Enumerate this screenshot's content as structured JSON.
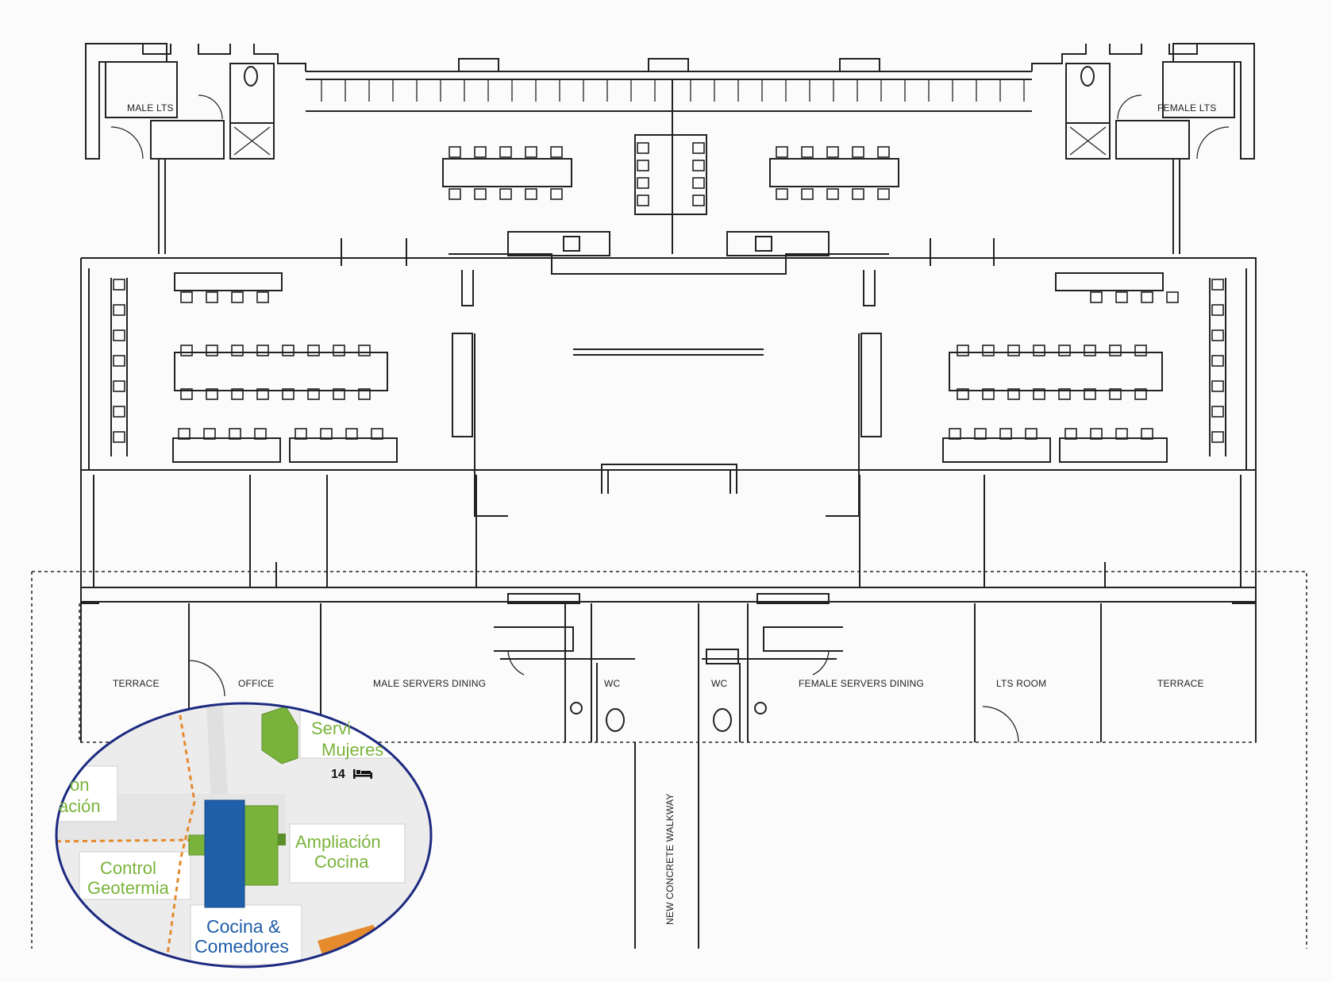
{
  "plan": {
    "rooms": {
      "male_lts": "MALE LTS",
      "female_lts": "FEMALE LTS",
      "terrace_left": "TERRACE",
      "office": "OFFICE",
      "male_servers_dining": "MALE SERVERS DINING",
      "wc_left": "WC",
      "wc_right": "WC",
      "female_servers_dining": "FEMALE SERVERS DINING",
      "lts_room": "LTS ROOM",
      "terrace_right": "TERRACE"
    },
    "walkway_label": "NEW CONCRETE WALKWAY"
  },
  "inset_map": {
    "serv_line1": "Servi",
    "serv_line2": "Mujeres",
    "beds_count": "14",
    "cut_label_line1": "on",
    "cut_label_line2": "ación",
    "ampliacion_line1": "Ampliación",
    "ampliacion_line2": "Cocina",
    "control_line1": "Control",
    "control_line2": "Geotermia",
    "cocina_line1": "Cocina &",
    "cocina_line2": "Comedores",
    "colors": {
      "building_green": "#7ab33b",
      "building_blue": "#1f5ea8",
      "path_orange": "#e68a2e",
      "ellipse_border": "#1c2a80"
    },
    "icons": [
      "bed-icon"
    ]
  }
}
